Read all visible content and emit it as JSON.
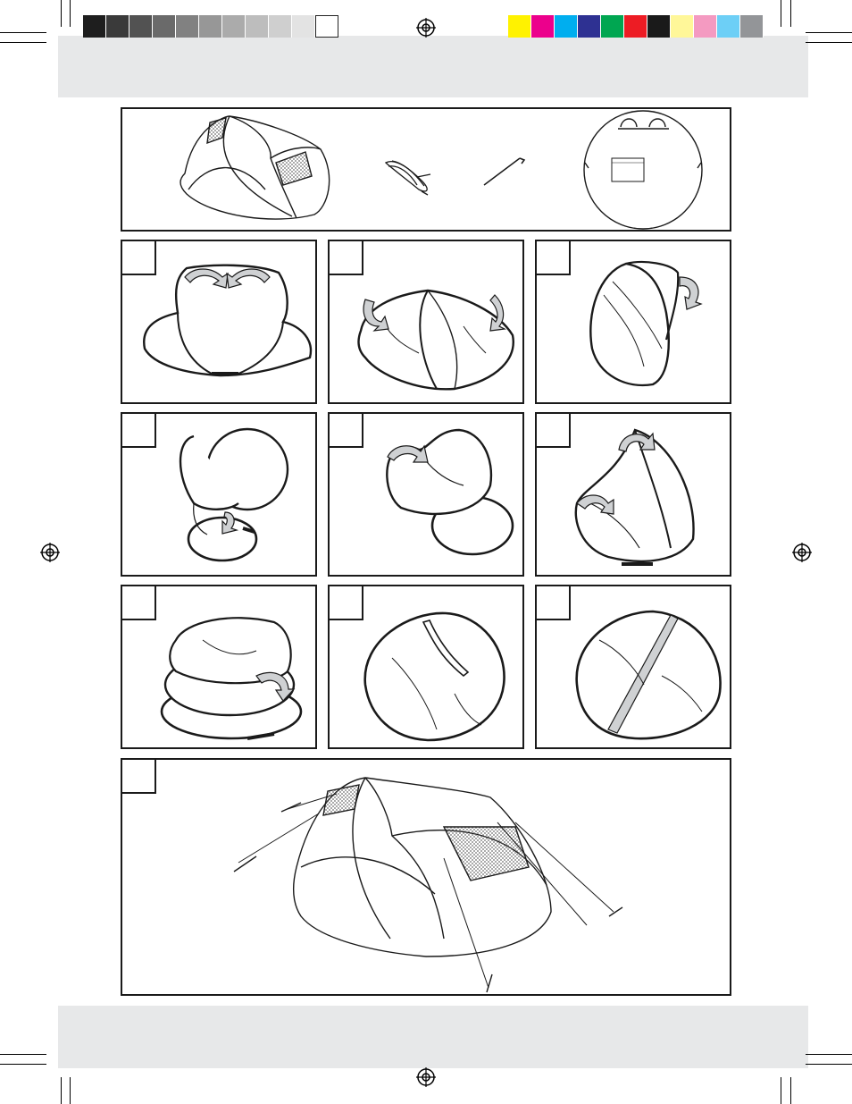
{
  "print_marks": {
    "gray_swatches": [
      "#1e1e1e",
      "#3a3a3a",
      "#525252",
      "#6a6a6a",
      "#818181",
      "#979797",
      "#ababab",
      "#bdbdbd",
      "#cfcfcf",
      "#e3e3e3",
      "#ffffff"
    ],
    "color_swatches": [
      "#fff200",
      "#ec008c",
      "#00aeef",
      "#2e3192",
      "#00a651",
      "#ed1c24",
      "#1a1a1a",
      "#fff799",
      "#f49ac1",
      "#6dcff6",
      "#939598"
    ]
  },
  "colors": {
    "band": "#e7e8e9",
    "line": "#1a1a1a",
    "arrow_fill": "#cfd1d3"
  },
  "contents_panel": {
    "items": [
      "tent",
      "guy-ropes",
      "tent-peg",
      "carry-bag"
    ]
  },
  "steps": [
    {
      "icon": "fold-sides-inward"
    },
    {
      "icon": "fold-arches-together"
    },
    {
      "icon": "rotate-folded-tent"
    },
    {
      "icon": "twist-upper-hoop"
    },
    {
      "icon": "fold-hoop-down"
    },
    {
      "icon": "bring-hoop-over"
    },
    {
      "icon": "coil-hoops"
    },
    {
      "icon": "secure-strap"
    },
    {
      "icon": "strap-closed-bundle"
    }
  ],
  "final_panel": {
    "icon": "pitched-tent-with-guy-lines"
  }
}
